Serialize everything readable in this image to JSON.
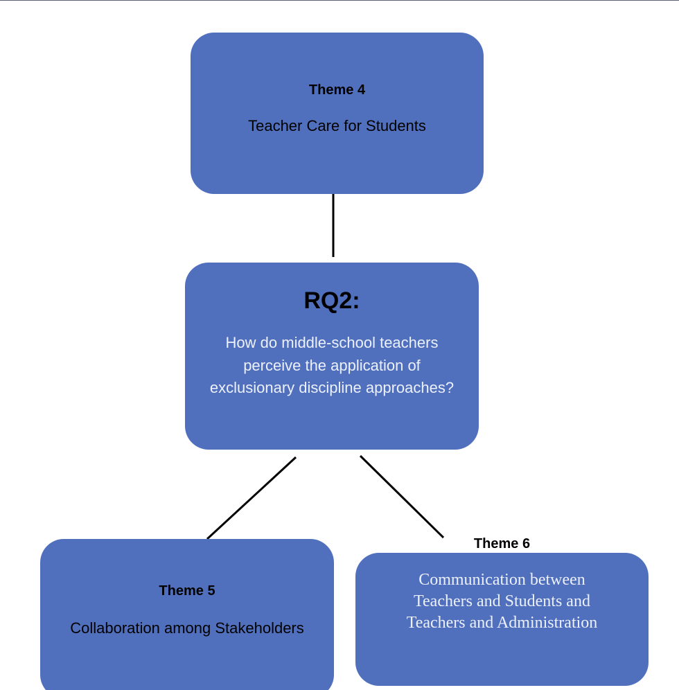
{
  "nodes": {
    "theme4": {
      "title": "Theme 4",
      "text": "Teacher Care for Students"
    },
    "rq2": {
      "title": "RQ2:",
      "question": "How do middle-school teachers perceive the application of exclusionary discipline approaches?"
    },
    "theme5": {
      "title": "Theme 5",
      "text": "Collaboration among Stakeholders"
    },
    "theme6": {
      "title": "Theme 6",
      "text_lines": [
        "Communication between",
        "Teachers and Students and",
        "Teachers and Administration"
      ]
    }
  },
  "colors": {
    "node_fill": "#5070be",
    "connector": "#000000"
  }
}
